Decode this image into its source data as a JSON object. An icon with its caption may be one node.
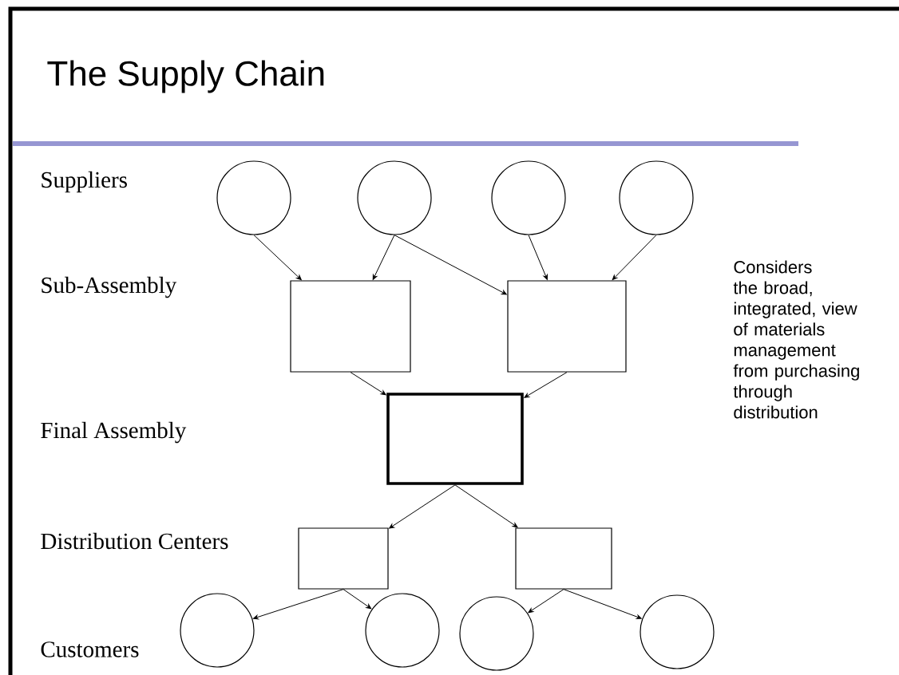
{
  "diagram": {
    "title": "The Supply Chain",
    "nodes": [
      {
        "text": [],
        "shape": "circle"
      },
      {
        "text": [],
        "shape": "circle"
      },
      {
        "text": [],
        "shape": "circle"
      },
      {
        "text": [],
        "shape": "circle"
      },
      {
        "text": [],
        "shape": "box"
      },
      {
        "text": [],
        "shape": "box"
      },
      {
        "text": [],
        "shape": "box"
      },
      {
        "text": [],
        "shape": "box"
      },
      {
        "text": [],
        "shape": "box"
      },
      {
        "text": [],
        "shape": "circle"
      },
      {
        "text": [],
        "shape": "circle"
      },
      {
        "text": [],
        "shape": "circle"
      },
      {
        "text": [],
        "shape": "circle"
      }
    ],
    "edges": [
      {
        "from": 0,
        "to": 4,
        "arrow": "to"
      },
      {
        "from": 1,
        "to": 4,
        "arrow": "to"
      },
      {
        "from": 1,
        "to": 5,
        "arrow": "to"
      },
      {
        "from": 2,
        "to": 5,
        "arrow": "to"
      },
      {
        "from": 3,
        "to": 5,
        "arrow": "to"
      },
      {
        "from": 4,
        "to": 6,
        "arrow": "to"
      },
      {
        "from": 5,
        "to": 6,
        "arrow": "to"
      },
      {
        "from": 6,
        "to": 7,
        "arrow": "to"
      },
      {
        "from": 6,
        "to": 8,
        "arrow": "to"
      },
      {
        "from": 7,
        "to": 9,
        "arrow": "to"
      },
      {
        "from": 7,
        "to": 10,
        "arrow": "to"
      },
      {
        "from": 8,
        "to": 11,
        "arrow": "to"
      },
      {
        "from": 8,
        "to": 12,
        "arrow": "to"
      }
    ],
    "labels": [
      "Suppliers",
      "Sub-Assembly",
      "Considers the broad, integrated, view of materials management from purchasing through distribution",
      "Final Assembly",
      "Distribution Centers",
      "Customers"
    ]
  }
}
